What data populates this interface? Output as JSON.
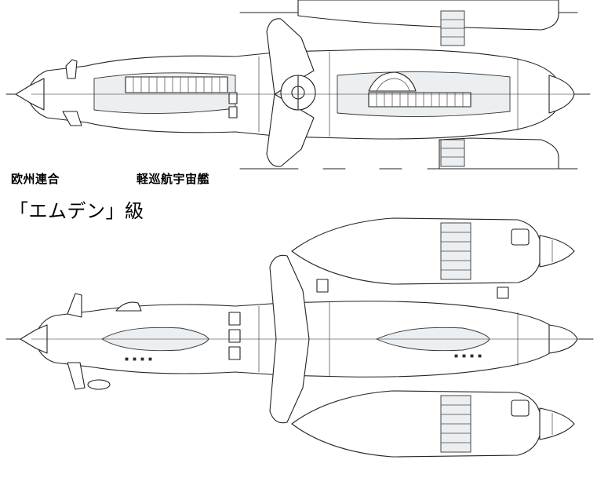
{
  "caption": {
    "faction": "欧州連合",
    "ship_type": "軽巡航宇宙艦",
    "ship_class": "「エムデン」級"
  }
}
